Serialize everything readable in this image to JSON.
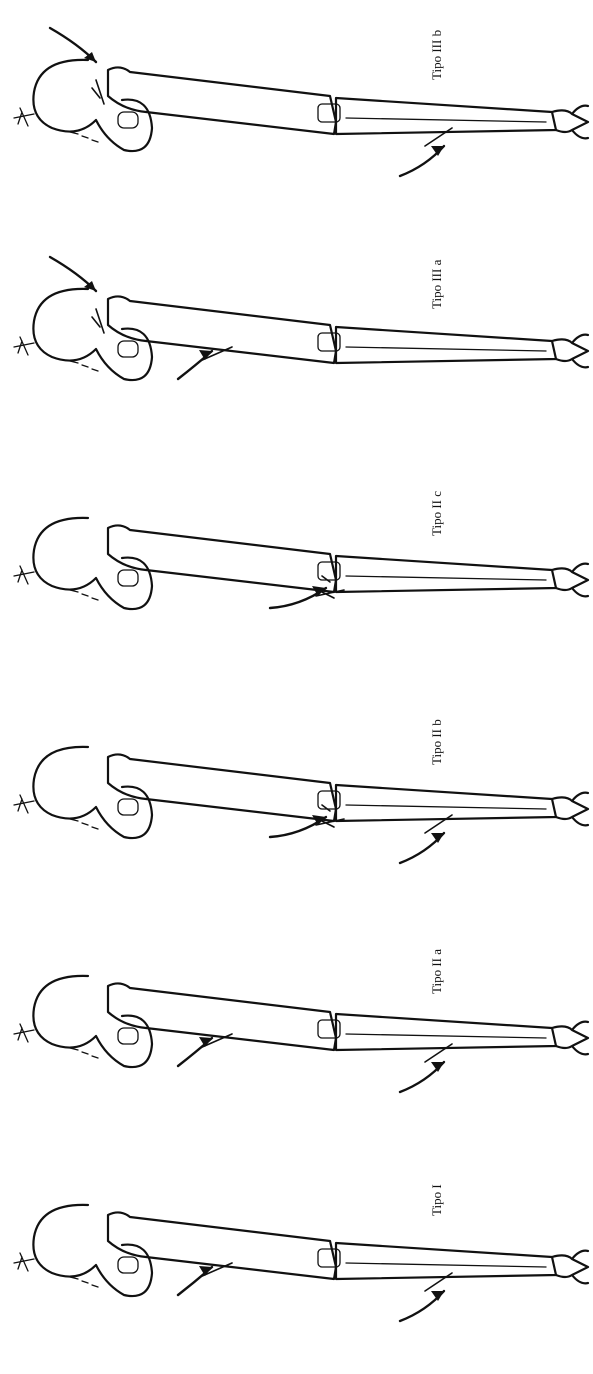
{
  "figure": {
    "panels": [
      {
        "id": "tipo-iii-b",
        "label": "Tipo III b",
        "fractures": [
          "hip",
          "tibia"
        ],
        "arrows": [
          "hip",
          "tibia"
        ]
      },
      {
        "id": "tipo-iii-a",
        "label": "Tipo III a",
        "fractures": [
          "hip",
          "femur"
        ],
        "arrows": [
          "hip",
          "femur"
        ]
      },
      {
        "id": "tipo-ii-c",
        "label": "Tipo II c",
        "fractures": [
          "knee"
        ],
        "arrows": [
          "knee"
        ]
      },
      {
        "id": "tipo-ii-b",
        "label": "Tipo II b",
        "fractures": [
          "knee",
          "tibia"
        ],
        "arrows": [
          "knee",
          "tibia"
        ]
      },
      {
        "id": "tipo-ii-a",
        "label": "Tipo II a",
        "fractures": [
          "femur",
          "tibia"
        ],
        "arrows": [
          "femur",
          "tibia"
        ]
      },
      {
        "id": "tipo-i",
        "label": "Tipo I",
        "fractures": [
          "femur",
          "tibia"
        ],
        "arrows": [
          "femur",
          "tibia"
        ]
      }
    ]
  }
}
